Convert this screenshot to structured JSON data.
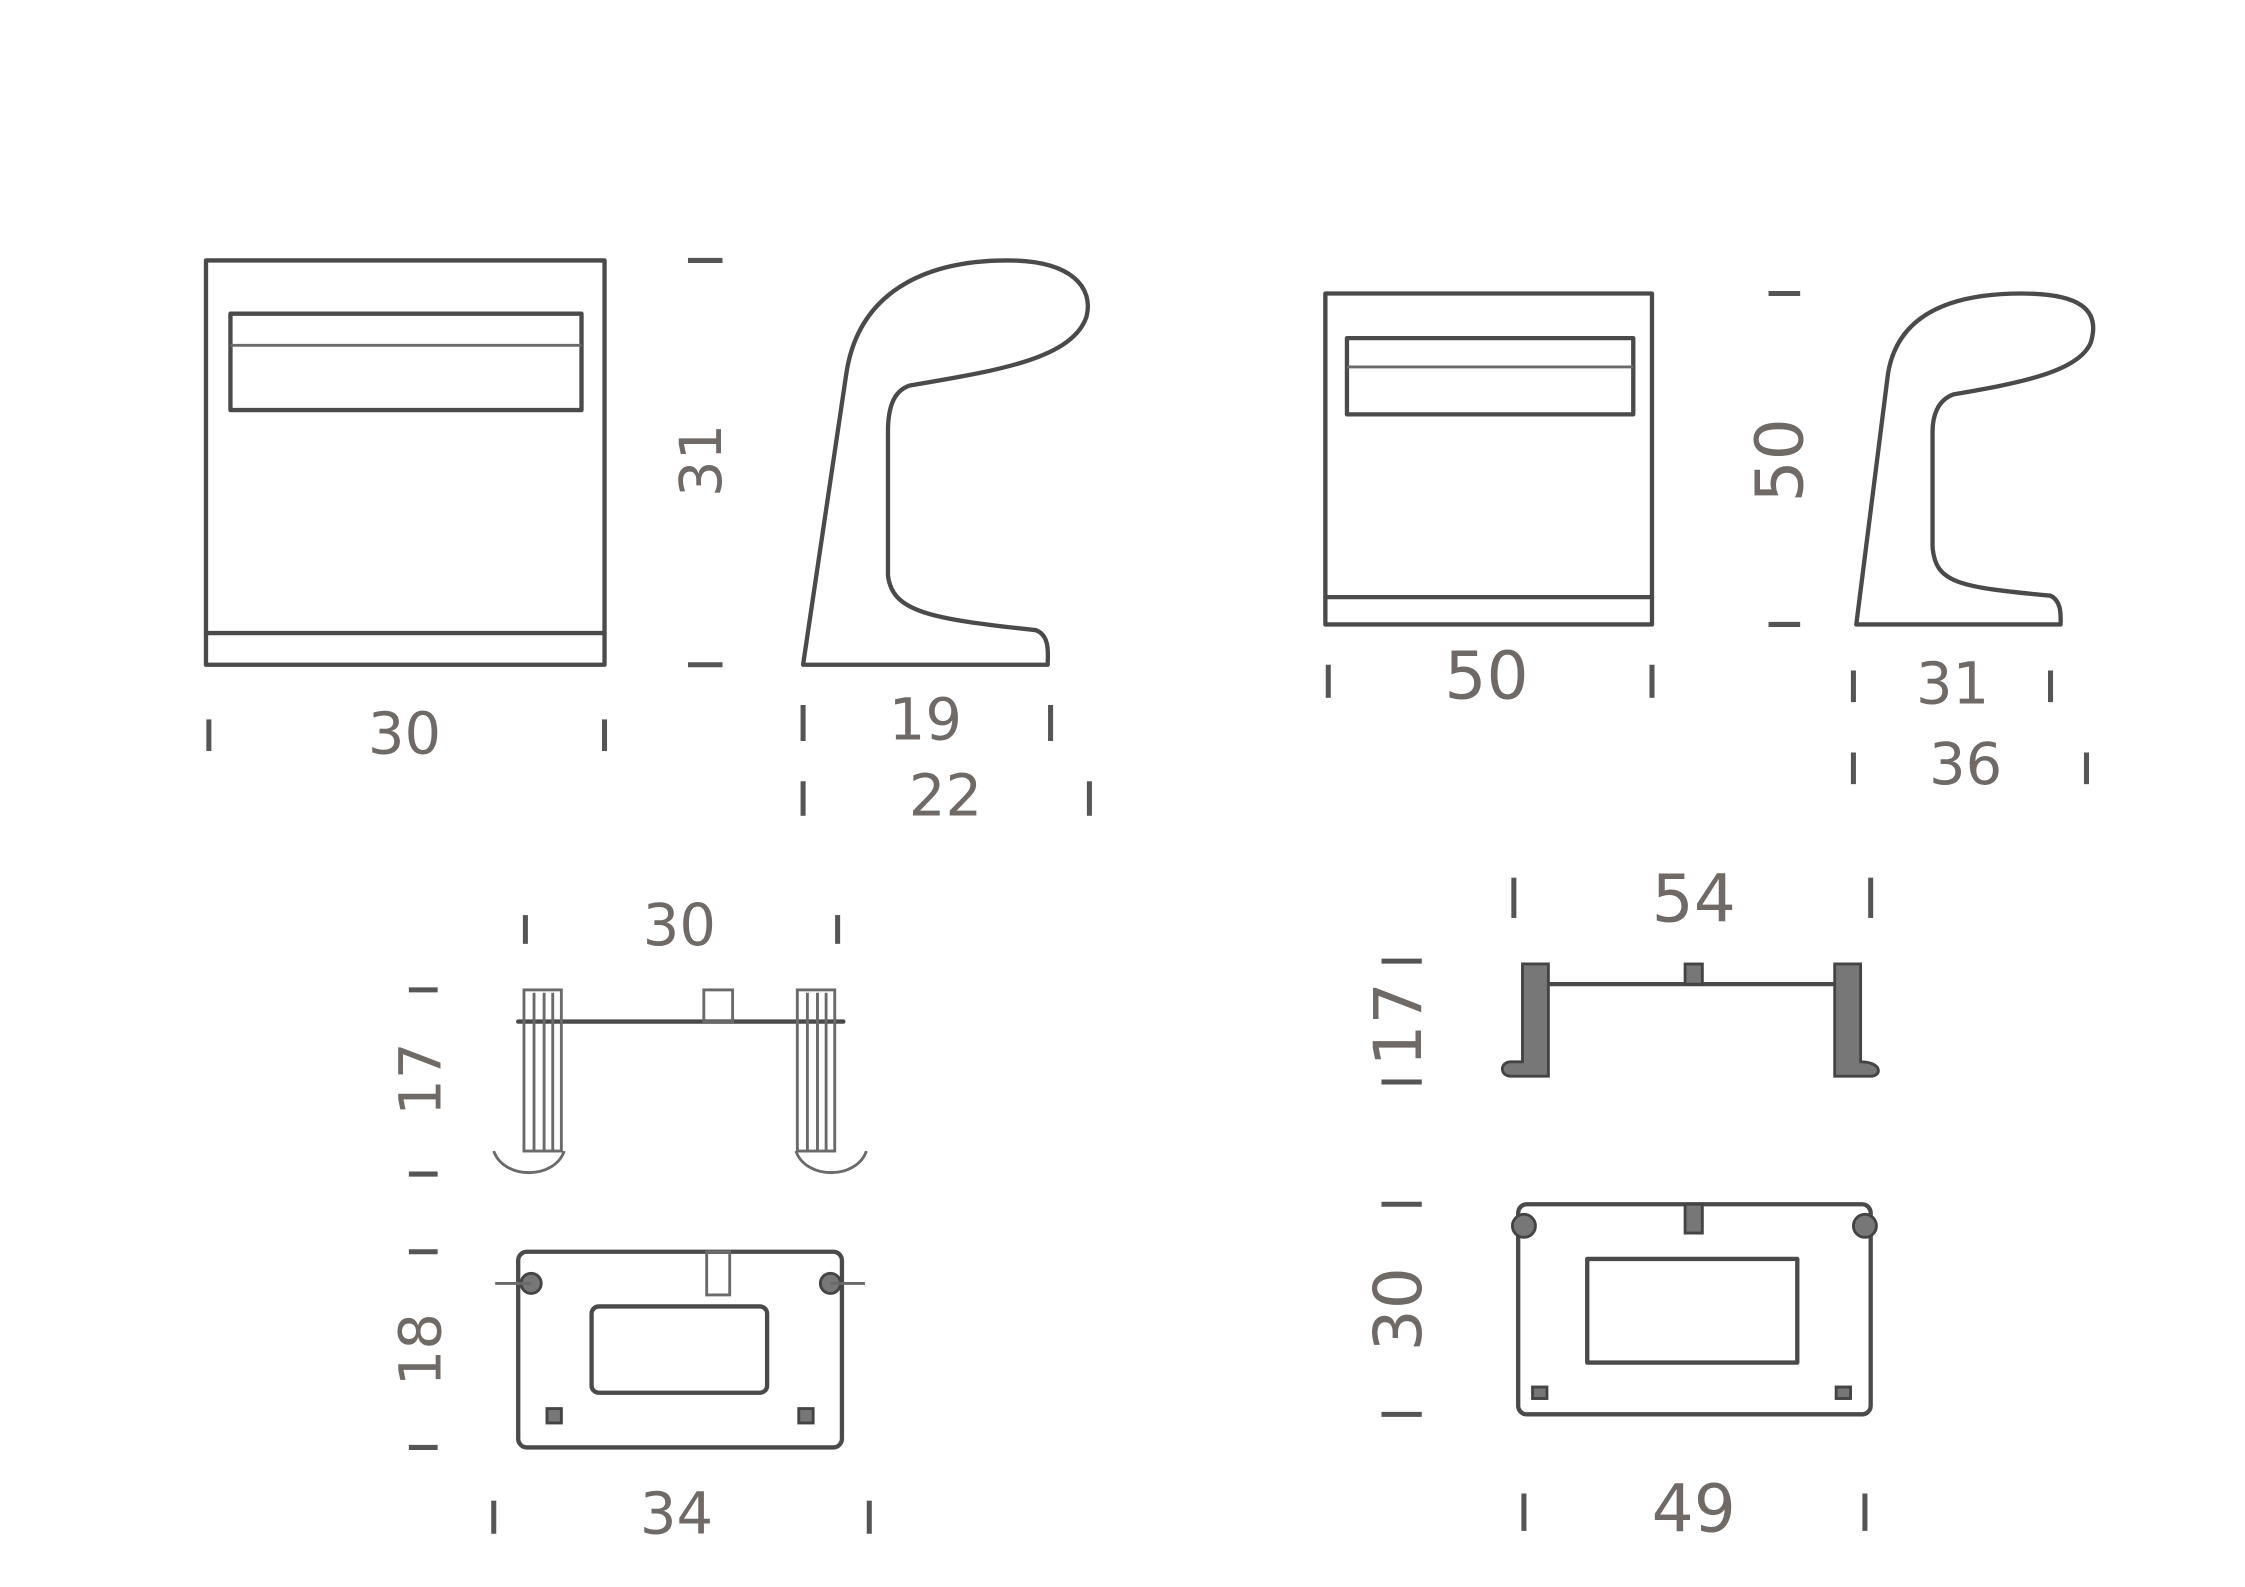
{
  "left_model": {
    "front_width": "30",
    "height": "31",
    "side_depth_base": "19",
    "side_depth_total": "22",
    "top_width": "30",
    "top_height": "17",
    "plan_depth": "18",
    "plan_width": "34"
  },
  "right_model": {
    "front_width": "50",
    "height": "50",
    "side_depth_base": "31",
    "side_depth_total": "36",
    "top_width": "54",
    "top_height": "17",
    "plan_depth": "30",
    "plan_width": "49"
  },
  "colors": {
    "line": "#4a4a4a",
    "dimension_text": "#6f6a66"
  }
}
